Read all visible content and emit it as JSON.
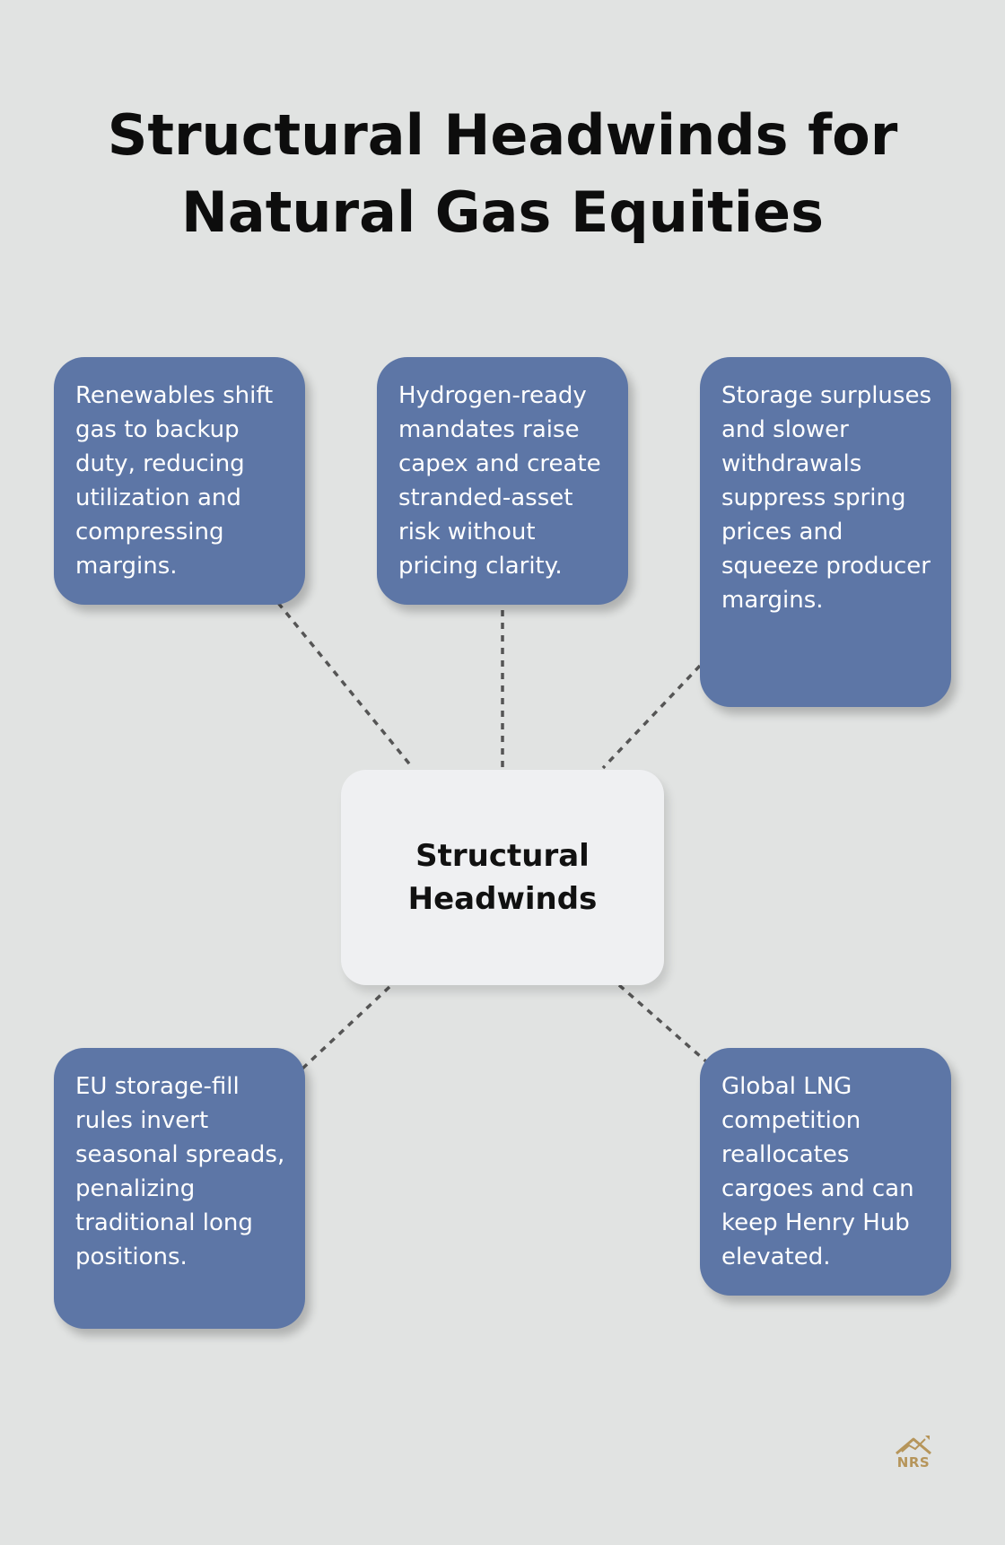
{
  "title": "Structural Headwinds for Natural Gas Equities",
  "center": {
    "label": "Structural Headwinds"
  },
  "cards": [
    {
      "text": "Renewables shift gas to backup duty, reducing utilization and compressing margins."
    },
    {
      "text": "Hydrogen-ready mandates raise capex and create stranded-asset risk without pricing clarity."
    },
    {
      "text": "Storage surpluses and slower withdrawals suppress spring prices and squeeze producer margins."
    },
    {
      "text": "EU storage-fill rules invert seasonal spreads, penalizing traditional long positions."
    },
    {
      "text": "Global LNG competition reallocates cargoes and can keep Henry Hub elevated."
    }
  ],
  "logo": {
    "text": "NRS",
    "color": "#b6955a"
  },
  "colors": {
    "background": "#e1e3e2",
    "card": "#5d76a6",
    "center": "#eff0f2",
    "connector": "#555555"
  }
}
